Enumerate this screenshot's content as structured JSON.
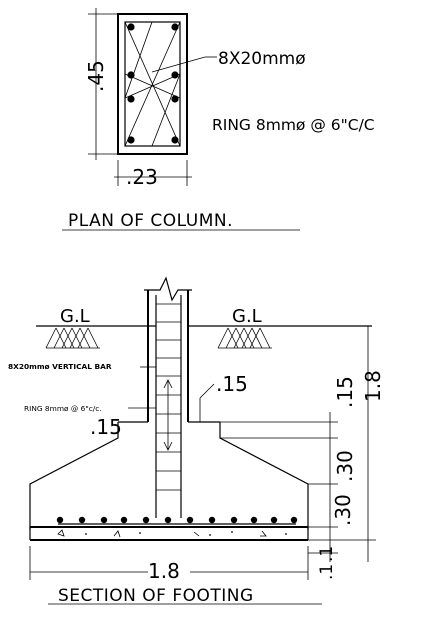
{
  "plan": {
    "dim_height": ".45",
    "dim_width": ".23",
    "bar_label": "8X20mmø",
    "ring_label": "RING  8mmø  @  6\"C/C",
    "title": "PLAN  OF  COLUMN."
  },
  "section": {
    "gl_left": "G.L",
    "gl_right": "G.L",
    "vertical_bar_label": "8X20mmø  VERTICAL BAR",
    "ring_label": "RING  8mmø  @  6\"c/c.",
    "dim_015_left": ".15",
    "dim_015_right": ".15",
    "dim_015_vertical": ".15",
    "dim_030_upper": ".30",
    "dim_030_lower": ".30",
    "dim_18_height": "1.8",
    "dim_18_width": "1.8",
    "dim_1_a": ".1",
    "dim_1_b": ".1",
    "title": "SECTION  OF  FOOTING"
  }
}
